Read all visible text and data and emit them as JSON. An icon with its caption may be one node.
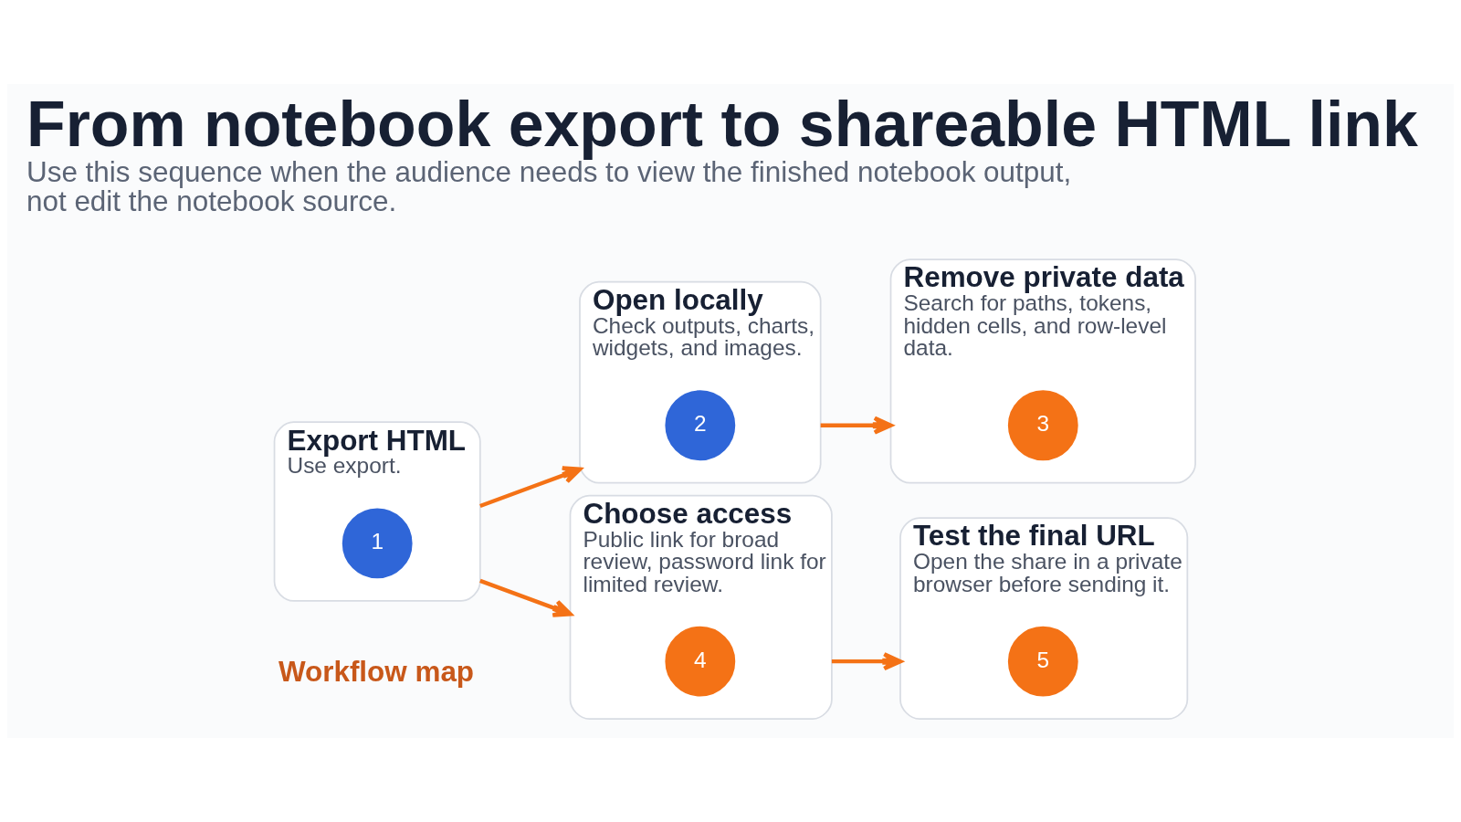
{
  "diagram": {
    "title": "From notebook export to shareable HTML link",
    "caption": "Use this sequence when the audience needs to view the finished notebook output, not edit the notebook source.",
    "nodes": [
      {
        "text": [
          "Export HTML",
          "Use export."
        ]
      },
      {
        "text": [
          "1"
        ],
        "in": 0
      },
      {
        "text": [
          "Open locally",
          "Check outputs, charts, widgets, and images."
        ]
      },
      {
        "text": [
          "2"
        ],
        "in": 2
      },
      {
        "text": [
          "Remove private data",
          "Search for paths, tokens, hidden cells, and row-level data."
        ]
      },
      {
        "text": [
          "3"
        ],
        "in": 4
      },
      {
        "text": [
          "Choose access",
          "Public link for broad review, password link for limited review."
        ]
      },
      {
        "text": [
          "4"
        ],
        "in": 6
      },
      {
        "text": [
          "Test the final URL",
          "Open the share in a private browser before sending it."
        ]
      },
      {
        "text": [
          "5"
        ],
        "in": 8
      }
    ],
    "edges": [
      {
        "from": 0,
        "to": 2,
        "arrow": "to"
      },
      {
        "from": 2,
        "to": 4,
        "arrow": "to"
      },
      {
        "from": 0,
        "to": 6,
        "arrow": "to"
      },
      {
        "from": 6,
        "to": 8,
        "arrow": "to"
      }
    ],
    "labels": [
      "Workflow map"
    ]
  }
}
